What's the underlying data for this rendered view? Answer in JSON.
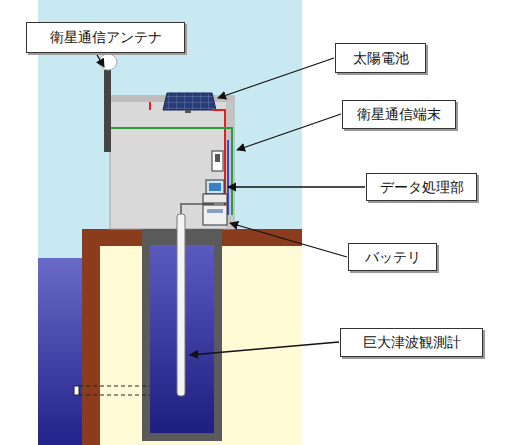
{
  "diagram": {
    "nodes": [
      {
        "text": [
          "衛星通信アンテナ"
        ]
      },
      {
        "text": [
          "太陽電池"
        ]
      },
      {
        "text": [
          "衛星通信端末"
        ]
      },
      {
        "text": [
          "データ処理部"
        ]
      },
      {
        "text": [
          "バッテリ"
        ]
      },
      {
        "text": [
          "巨大津波観測計"
        ]
      }
    ]
  }
}
